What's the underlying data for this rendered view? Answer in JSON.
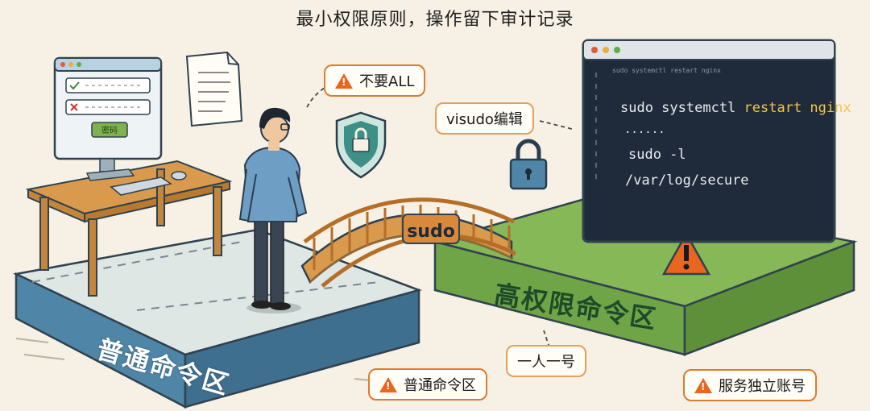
{
  "title": "最小权限原则，操作留下审计记录",
  "callouts": {
    "no_all": "不要ALL",
    "visudo": "visudo编辑",
    "one_person": "一人一号",
    "normal_zone": "普通命令区",
    "service_account": "服务独立账号"
  },
  "zones": {
    "normal": "普通命令区",
    "privileged": "高权限命令区"
  },
  "bridge_label": "sudo",
  "monitor": {
    "button_label": "密码"
  },
  "terminal": {
    "header": "sudo systemctl restart nginx",
    "lines": [
      {
        "text": "sudo systemctl ",
        "highlight": "restart nginx"
      },
      {
        "text": "......",
        "highlight": ""
      },
      {
        "text": "sudo -l",
        "highlight": ""
      },
      {
        "text": "/var/log/secure",
        "highlight": ""
      }
    ]
  },
  "colors": {
    "normal_zone": "#4f86a8",
    "privileged_zone": "#7fb24d",
    "warning": "#e8661f",
    "terminal_bg": "#1f2a3a",
    "terminal_text": "#e8ecf0",
    "terminal_highlight": "#f3c64a"
  }
}
